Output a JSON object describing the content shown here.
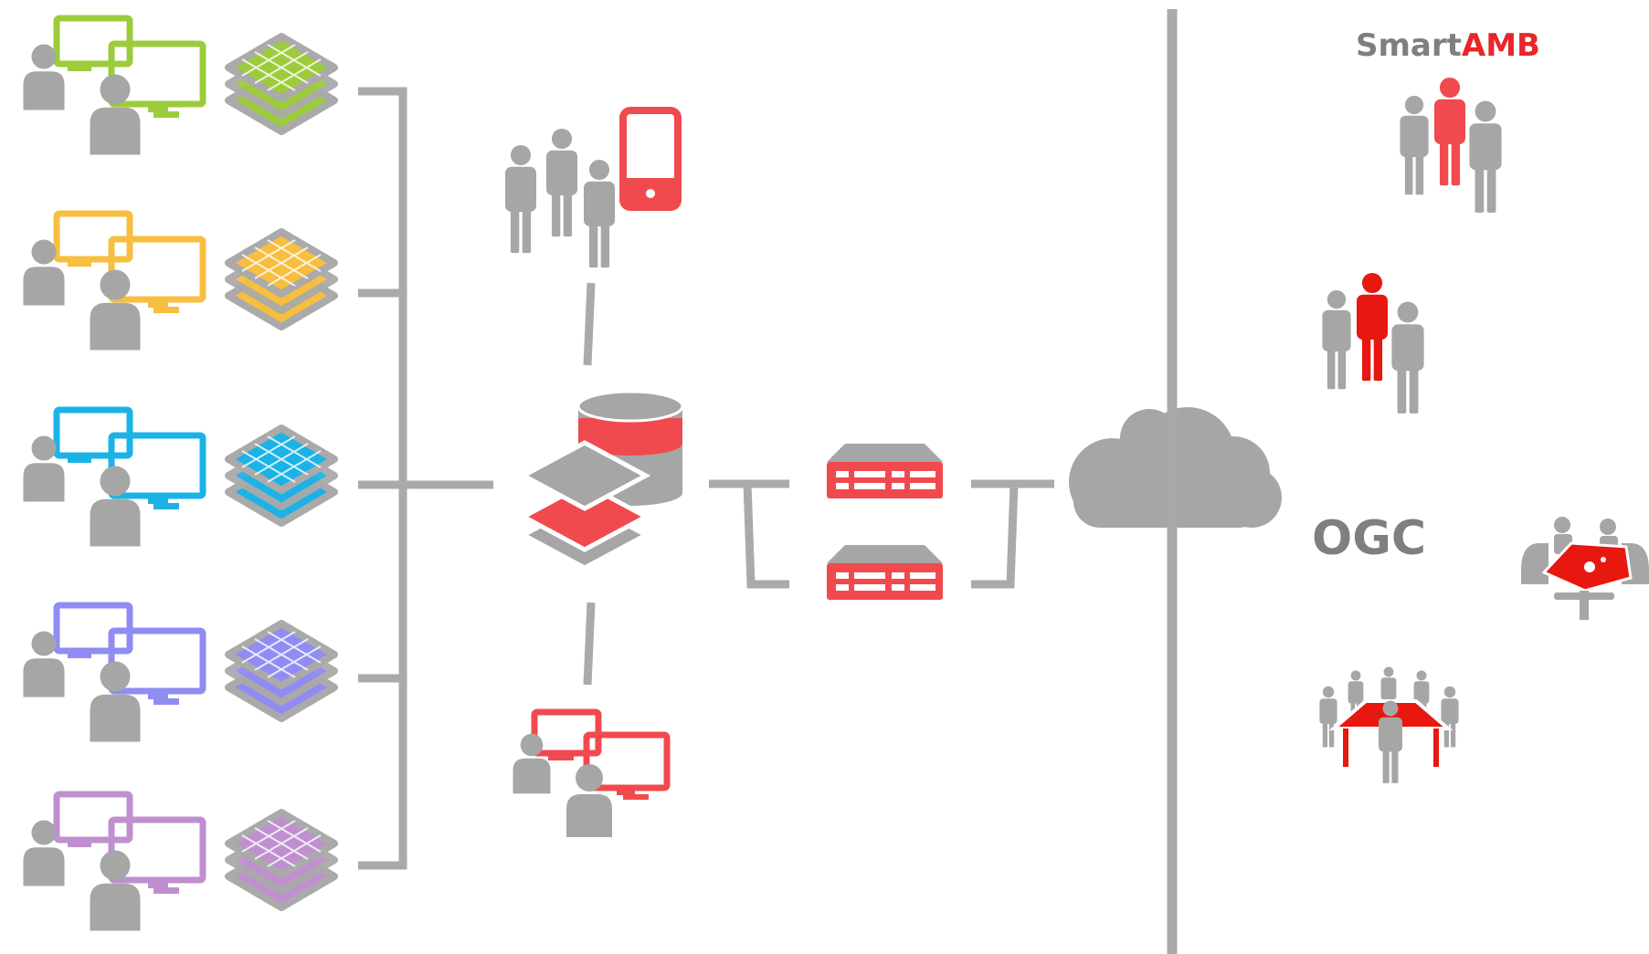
{
  "brand": {
    "prefix": "Smart",
    "suffix": "AMB",
    "prefix_color": "#7f7f7f",
    "suffix_color": "#e8262a"
  },
  "standard_label": "OGC",
  "colors": {
    "line_gray": "#aaaaaa",
    "person_gray": "#a6a6a6",
    "accent_red": "#f04a4f",
    "green": "#9ccc3c",
    "yellow": "#f7be3f",
    "cyan": "#1bb3e6",
    "blue_violet": "#8f8cf3",
    "purple": "#c08fd0",
    "red_bright": "#e8170f"
  },
  "client_rows": [
    {
      "color": "green",
      "icon": "desktop-users-icon",
      "layers_icon": "map-layers-icon"
    },
    {
      "color": "yellow",
      "icon": "desktop-users-icon",
      "layers_icon": "map-layers-icon"
    },
    {
      "color": "cyan",
      "icon": "desktop-users-icon",
      "layers_icon": "map-layers-icon"
    },
    {
      "color": "blue_violet",
      "icon": "desktop-users-icon",
      "layers_icon": "map-layers-icon"
    },
    {
      "color": "purple",
      "icon": "desktop-users-icon",
      "layers_icon": "map-layers-icon"
    }
  ],
  "center_icons": [
    "mobile-users-icon",
    "spatial-database-icon",
    "desktop-users-icon"
  ],
  "servers": [
    "server-icon",
    "server-icon"
  ],
  "network": "cloud-icon",
  "right_groups": [
    "stakeholder-group-icon",
    "stakeholder-group-icon",
    "meeting-table-icon",
    "conference-group-icon"
  ]
}
